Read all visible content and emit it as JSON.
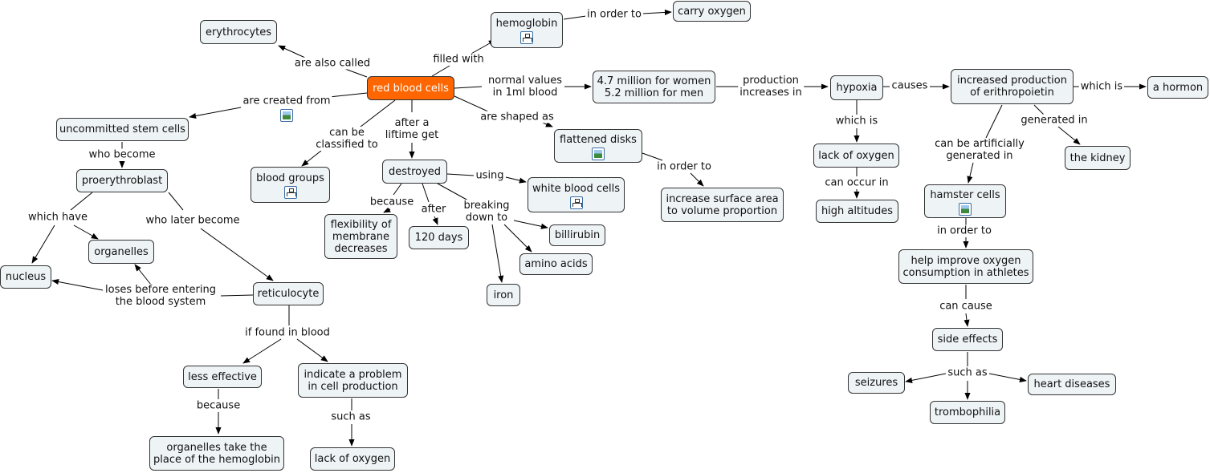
{
  "nodes": {
    "erythrocytes": "erythrocytes",
    "hemoglobin": "hemoglobin",
    "carry_oxygen": "carry oxygen",
    "red_blood_cells": "red blood cells",
    "values_women": "4.7 million for women",
    "values_men": "5.2 million for men",
    "hypoxia": "hypoxia",
    "epo_1": "increased production",
    "epo_2": "of erithropoietin",
    "hormon": "a hormon",
    "uncommitted": "uncommitted stem cells",
    "proerythroblast": "proerythroblast",
    "blood_groups": "blood groups",
    "destroyed": "destroyed",
    "flattened": "flattened disks",
    "white_cells": "white blood cells",
    "surface_1": "increase surface area",
    "surface_2": "to volume proportion",
    "lack_oxygen_1": "lack of oxygen",
    "high_altitudes": "high altitudes",
    "kidney": "the kidney",
    "hamster": "hamster cells",
    "organelles": "organelles",
    "nucleus": "nucleus",
    "flex_1": "flexibility of",
    "flex_2": "membrane",
    "flex_3": "decreases",
    "days": "120 days",
    "billirubin": "billirubin",
    "amino": "amino acids",
    "iron": "iron",
    "reticulocyte": "reticulocyte",
    "help_1": "help improve oxygen",
    "help_2": "consumption in athletes",
    "side_effects": "side effects",
    "seizures": "seizures",
    "heart": "heart diseases",
    "trombophilia": "trombophilia",
    "less_effective": "less effective",
    "problem_1": "indicate a problem",
    "problem_2": "in cell production",
    "organelles_take_1": "organelles take the",
    "organelles_take_2": "place of the hemoglobin",
    "lack_oxygen_2": "lack of oxygen"
  },
  "links": {
    "in_order_to_1": "in order to",
    "filled_with": "filled with",
    "are_also_called": "are also called",
    "normal_values_1": "normal values",
    "normal_values_2": "in 1ml blood",
    "production_1": "production",
    "production_2": "increases in",
    "causes": "causes",
    "which_is_1": "which is",
    "are_created_from": "are created from",
    "can_be_1": "can be",
    "can_be_2": "classified to",
    "after_1": "after a",
    "after_2": "liftime get",
    "are_shaped_as": "are shaped as",
    "which_is_2": "which is",
    "generated_in": "generated in",
    "artificially_1": "can be artificially",
    "artificially_2": "generated in",
    "who_become": "who become",
    "in_order_to_2": "in order to",
    "using": "using",
    "can_occur_in": "can occur in",
    "which_have": "which have",
    "who_later": "who later become",
    "because_1": "because",
    "after_3": "after",
    "breaking_1": "breaking",
    "breaking_2": "down to",
    "in_order_to_3": "in order to",
    "loses_1": "loses before entering",
    "loses_2": "the blood system",
    "can_cause": "can cause",
    "such_as_1": "such as",
    "if_found": "if found in blood",
    "because_2": "because",
    "such_as_2": "such as"
  },
  "colors": {
    "main_node": "#ff6600",
    "node_fill": "#eef3f6",
    "edge": "#000000"
  },
  "icons": {
    "map": "concept-map-icon",
    "image": "image-icon"
  }
}
